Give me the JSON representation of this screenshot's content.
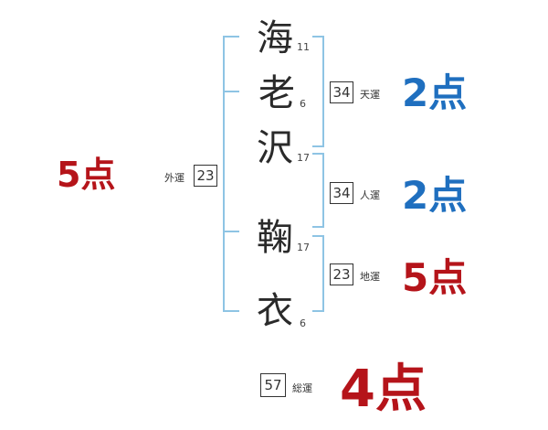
{
  "name_chars": [
    {
      "char": "海",
      "strokes": "11"
    },
    {
      "char": "老",
      "strokes": "6"
    },
    {
      "char": "沢",
      "strokes": "17"
    },
    {
      "char": "鞠",
      "strokes": "17"
    },
    {
      "char": "衣",
      "strokes": "6"
    }
  ],
  "gaiun": {
    "value": "23",
    "label": "外運",
    "score": "5点"
  },
  "tenun": {
    "value": "34",
    "label": "天運",
    "score": "2点"
  },
  "jinun": {
    "value": "34",
    "label": "人運",
    "score": "2点"
  },
  "chiun": {
    "value": "23",
    "label": "地運",
    "score": "5点"
  },
  "souun": {
    "value": "57",
    "label": "総運",
    "score": "4点"
  },
  "colors": {
    "bracket": "#8ec4e4",
    "good": "#1f6fbf",
    "bad": "#b5141a"
  }
}
